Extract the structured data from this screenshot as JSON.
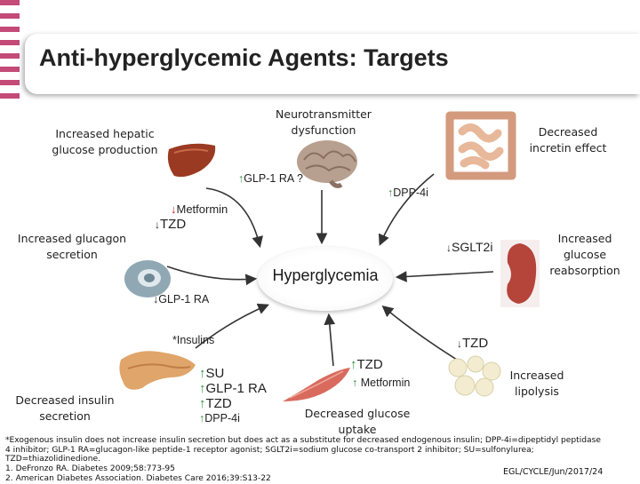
{
  "title": "Anti-hyperglycemic Agents: Targets",
  "center": "Hyperglycemia",
  "labels": {
    "neuro_1": "Neurotransmitter",
    "neuro_2": "dysfunction",
    "hepatic_1": "Increased hepatic",
    "hepatic_2": "glucose production",
    "incretin_1": "Decreased",
    "incretin_2": "incretin effect",
    "glucagon_1": "Increased glucagon",
    "glucagon_2": "secretion",
    "reabs_1": "Increased",
    "reabs_2": "glucose",
    "reabs_3": "reabsorption",
    "insulin_1": "Decreased insulin",
    "insulin_2": "secretion",
    "uptake_1": "Decreased glucose",
    "uptake_2": "uptake",
    "lipolysis_1": "Increased",
    "lipolysis_2": "lipolysis"
  },
  "drugs": {
    "glp1_brain": "GLP-1 RA ?",
    "metformin_liver": "Metformin",
    "tzd_liver": "TZD",
    "dpp4_gut": "DPP-4i",
    "sglt2": "SGLT2i",
    "glp1_alpha": "GLP-1 RA",
    "insulins": "*Insulins",
    "tzd_fat": "TZD",
    "su": "SU",
    "glp1_panc": "GLP-1 RA",
    "tzd_panc": "TZD",
    "dpp4_panc": "DPP-4i",
    "tzd_muscle": "TZD",
    "metformin_muscle": "Metformin"
  },
  "arrows": {
    "up": "↑",
    "down": "↓"
  },
  "footnote": {
    "line1": "*Exogenous insulin does not increase insulin secretion but does act as a substitute for decreased endogenous insulin; DPP-4i=dipeptidyl peptidase",
    "line2": "4 inhibitor; GLP-1 RA=glucagon-like peptide-1 receptor agonist; SGLT2i=sodium glucose co-transport 2 inhibitor; SU=sulfonylurea;",
    "line3": "TZD=thiazolidinedione.",
    "ref1": "1.  DeFronzo RA. Diabetes 2009;58:773-95",
    "ref2": "2.  American Diabetes Association. Diabetes Care 2016;39:S13-22"
  },
  "footer_id": "EGL/CYCLE/Jun/2017/24",
  "colors": {
    "stripe": "#c44a78",
    "up_arrow": "#2e8b3a",
    "down_arrow": "#c02020",
    "liver": "#9b3a22",
    "pancreas": "#e0a56a",
    "intestine": "#e8b89a",
    "kidney": "#b5443a",
    "muscle": "#d96a5e",
    "brain": "#b8a090",
    "fat": "#f3ecd0",
    "cell": "#8fa8b4"
  }
}
